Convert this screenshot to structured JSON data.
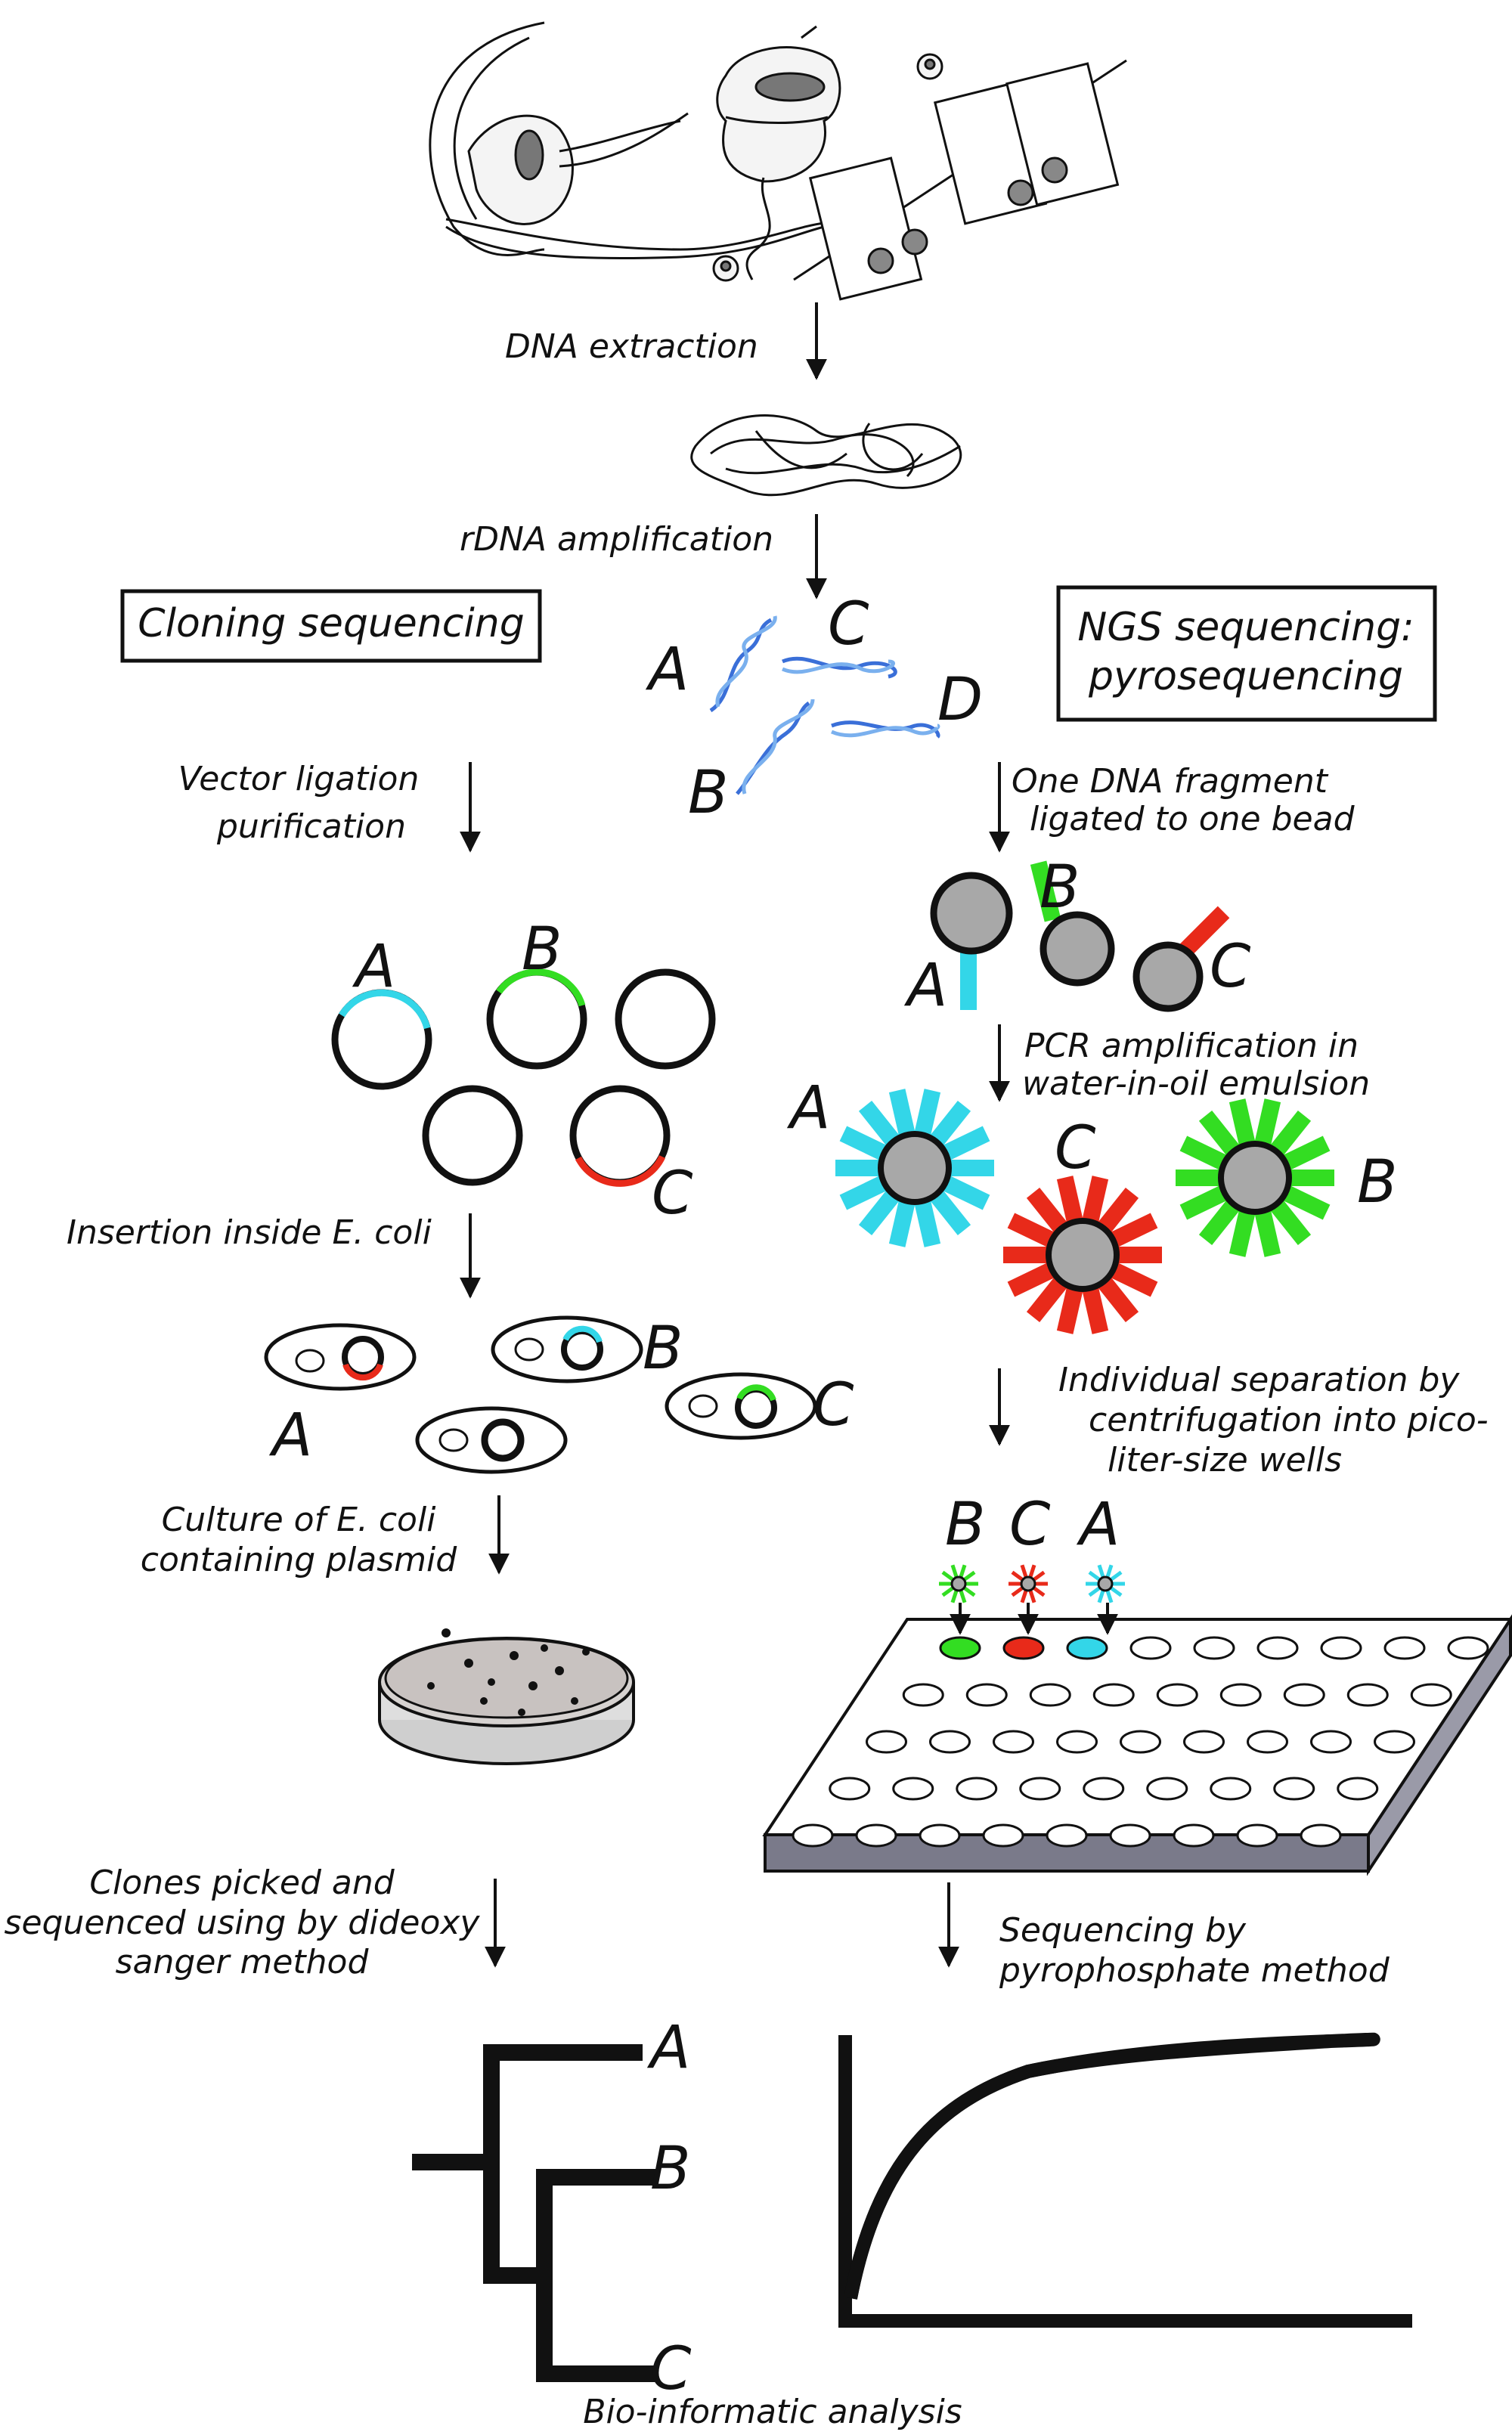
{
  "colors": {
    "ink": "#111111",
    "cyan": "#33d6e8",
    "green": "#33dd22",
    "red": "#e82a1a",
    "bead_gray": "#a8a8a8",
    "dna_blue": "#3a6fd8",
    "plate_top": "#ffffff",
    "plate_side": "#7a7a8a"
  },
  "top": {
    "dna_extraction": "DNA extraction",
    "rdna_amplification": "rDNA amplification",
    "fragments": [
      "A",
      "C",
      "B",
      "D"
    ]
  },
  "cloning": {
    "title": "Cloning sequencing",
    "vector_ligation": [
      "Vector ligation",
      "purification"
    ],
    "plasmid_labels": [
      "A",
      "B",
      "C"
    ],
    "insertion": "Insertion inside E. coli",
    "ecoli_labels": [
      "B",
      "A",
      "C"
    ],
    "culture": [
      "Culture of E. coli",
      "containing plasmid"
    ],
    "clones": [
      "Clones picked and",
      "sequenced using by dideoxy",
      "sanger method"
    ],
    "tree_labels": [
      "A",
      "B",
      "C"
    ]
  },
  "ngs": {
    "title": [
      "NGS sequencing:",
      "pyrosequencing"
    ],
    "fragment_bead": [
      "One DNA fragment",
      "ligated to one bead"
    ],
    "bead_labels": [
      "B",
      "A",
      "C"
    ],
    "pcr": [
      "PCR amplification in",
      "water-in-oil emulsion"
    ],
    "amplified_labels": [
      "A",
      "C",
      "B"
    ],
    "separation": [
      "Individual separation by",
      "centrifugation into pico-",
      "liter-size wells"
    ],
    "well_labels": [
      "B",
      "C",
      "A"
    ],
    "pyro": [
      "Sequencing by",
      "pyrophosphate method"
    ]
  },
  "footer": "Bio-informatic analysis"
}
